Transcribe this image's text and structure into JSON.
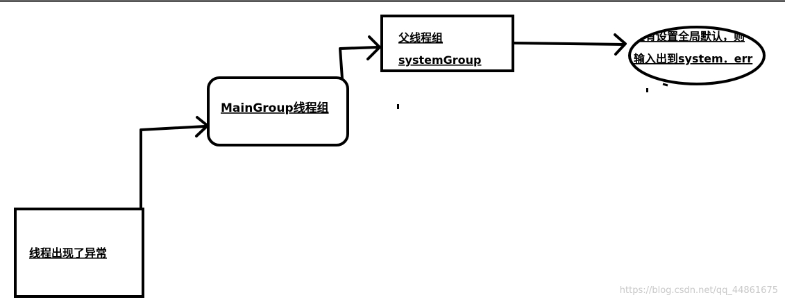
{
  "nodes": {
    "thread_exception": {
      "label": "线程出现了异常"
    },
    "main_group": {
      "label": "MainGroup线程组"
    },
    "parent_group": {
      "line1": "父线程组",
      "line2": "systemGroup"
    },
    "default_output": {
      "line1": "没有设置全局默认，则",
      "line2": "输入出到system．err"
    }
  },
  "watermark": "https://blog.csdn.net/qq_44861675",
  "colors": {
    "stroke": "#000000",
    "background": "#ffffff",
    "watermark": "#c8c8c8"
  }
}
